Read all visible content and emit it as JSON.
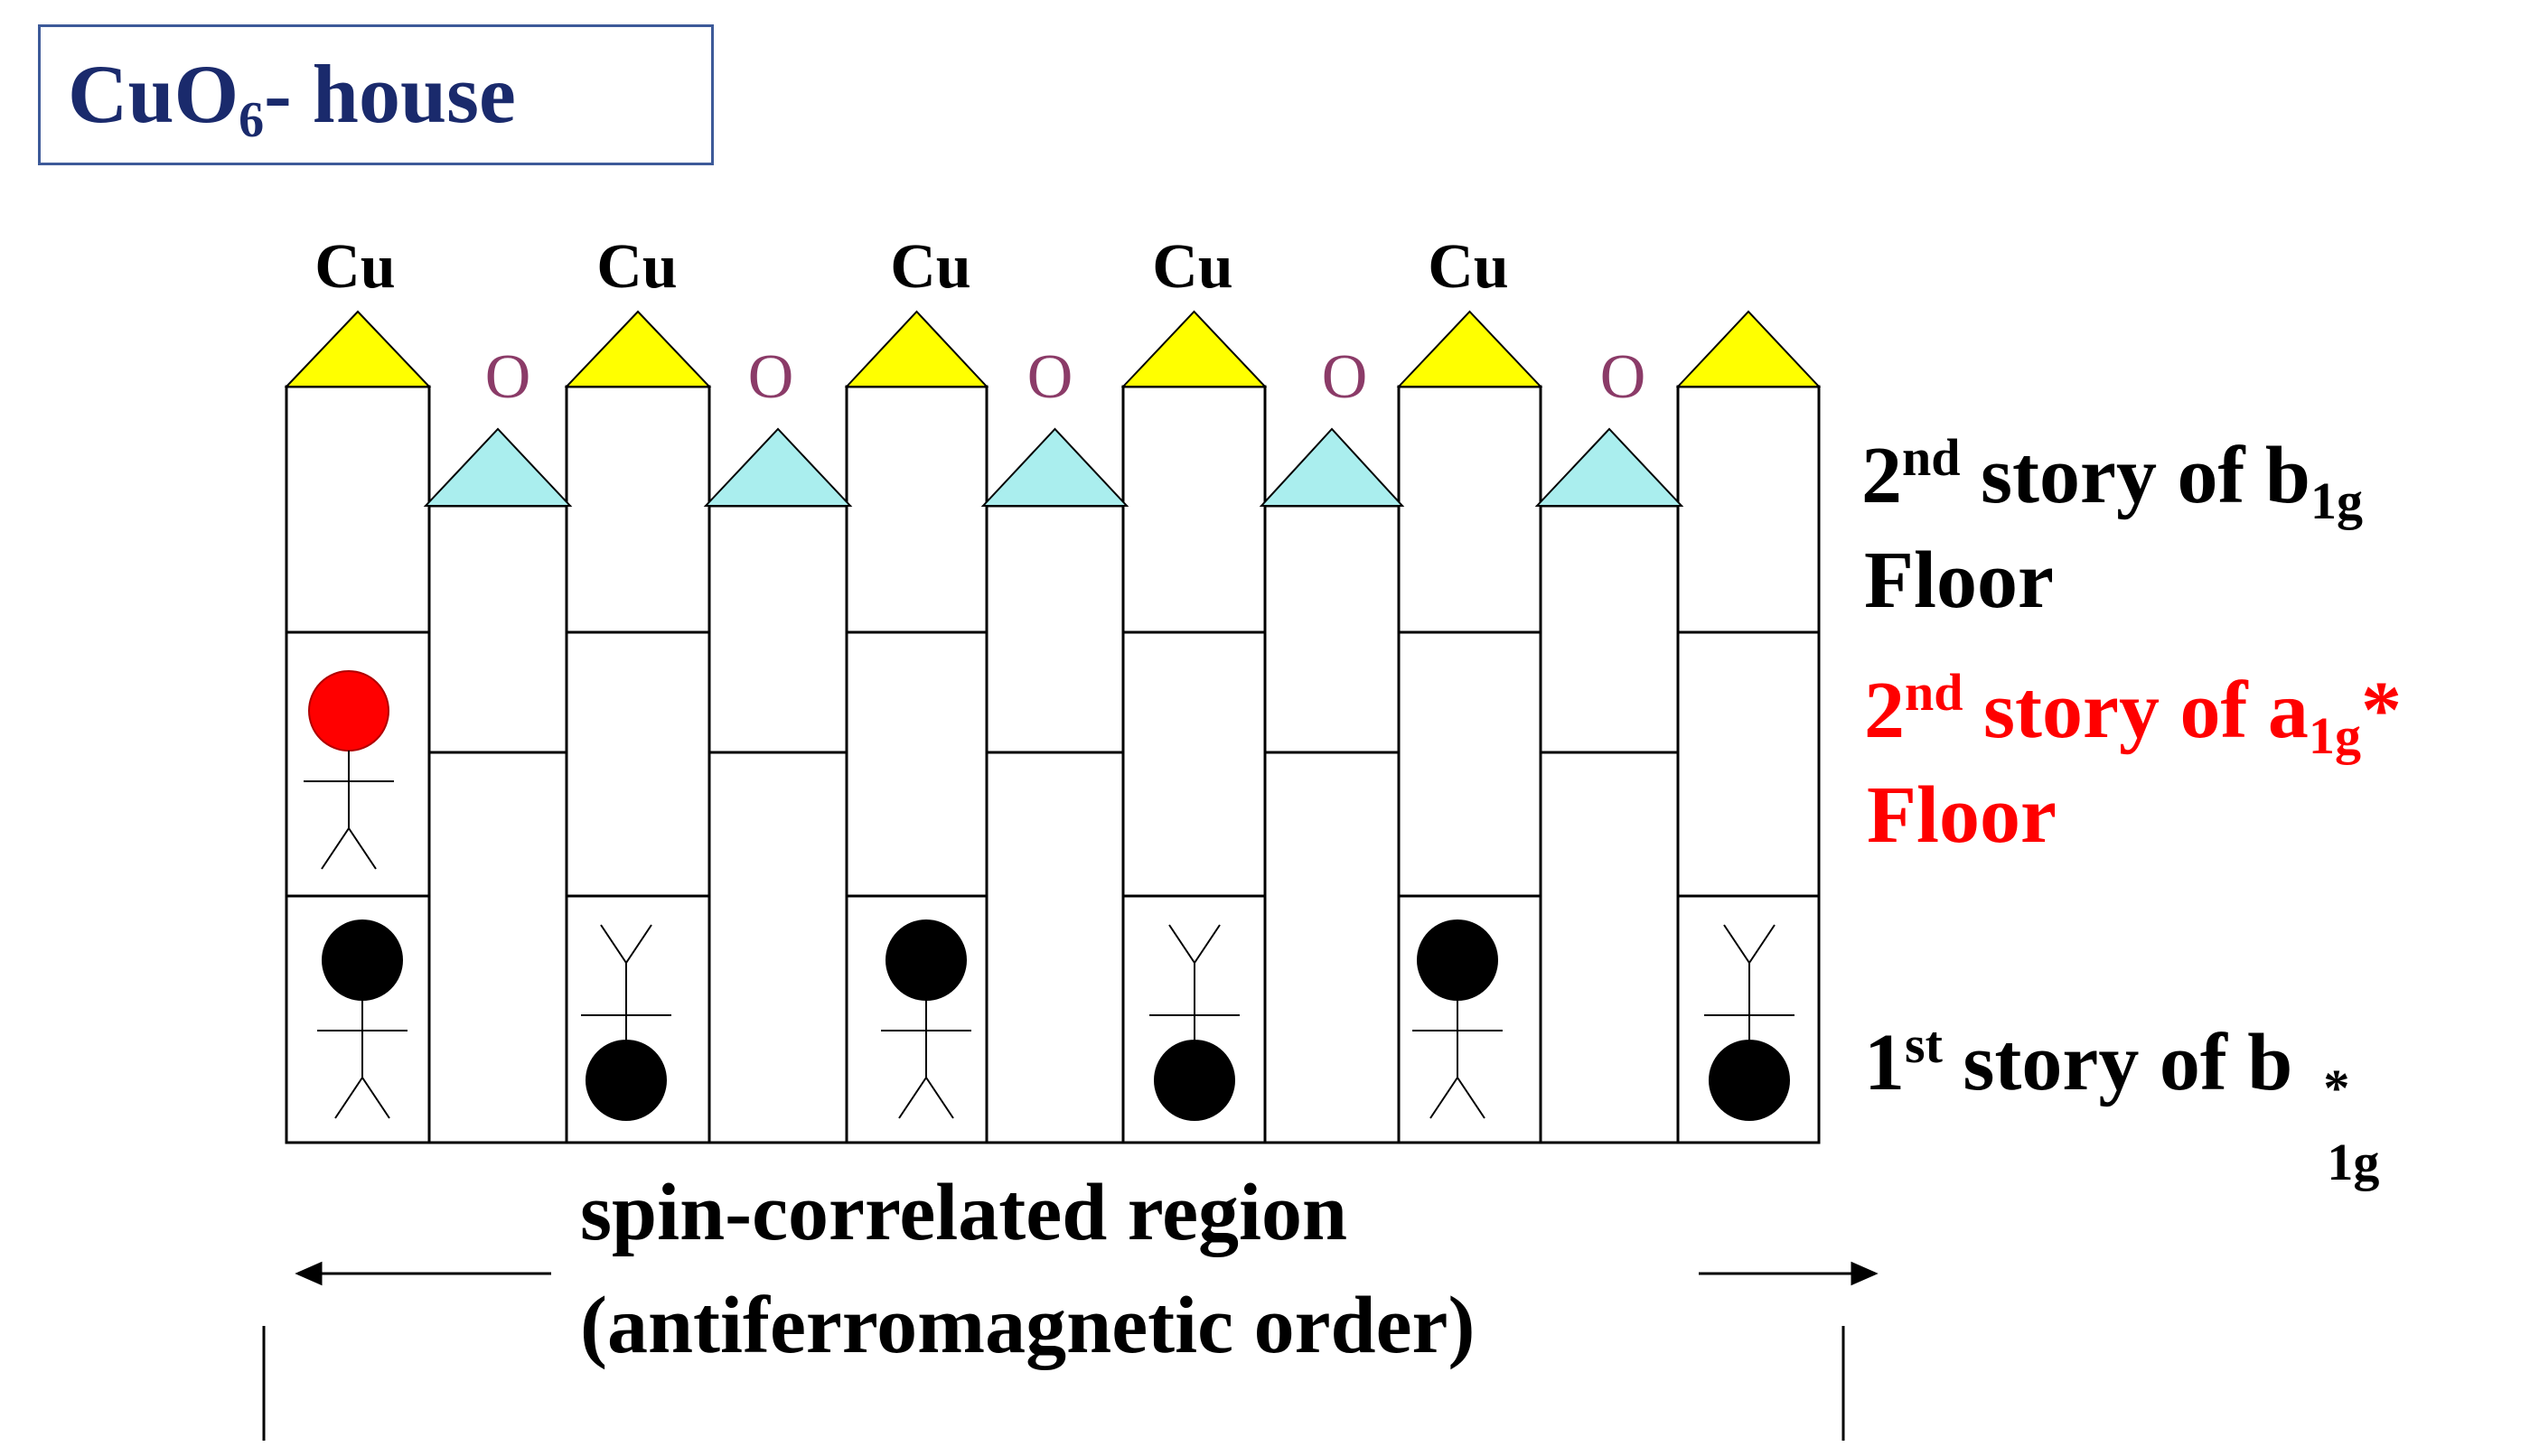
{
  "title": {
    "main": "CuO",
    "subscript": "6",
    "rest": "- house"
  },
  "atoms": {
    "cu_labels": [
      "Cu",
      "Cu",
      "Cu",
      "Cu",
      "Cu"
    ],
    "o_labels": [
      "O",
      "O",
      "O",
      "O",
      "O"
    ]
  },
  "floors": {
    "b1g": {
      "prefix": "2",
      "sup": "nd",
      "text": " story of b",
      "sub": "1g",
      "line2": "Floor"
    },
    "a1g": {
      "prefix": "2",
      "sup": "nd",
      "text": " story of a",
      "sub": "1g",
      "suffix": "*",
      "line2": "Floor"
    },
    "b1g_star": {
      "prefix": "1",
      "sup": "st",
      "text": " story of b",
      "star": "*",
      "sub": "1g"
    }
  },
  "region": {
    "line1": "spin-correlated region",
    "line2": "(antiferromagnetic order)"
  },
  "colors": {
    "cu_triangle": "#ffff00",
    "o_triangle": "#aaeeee",
    "red_electron": "#ff0000",
    "black_electron": "#000000",
    "o_text": "#8b3b68",
    "title_text": "#1a2a6c"
  }
}
